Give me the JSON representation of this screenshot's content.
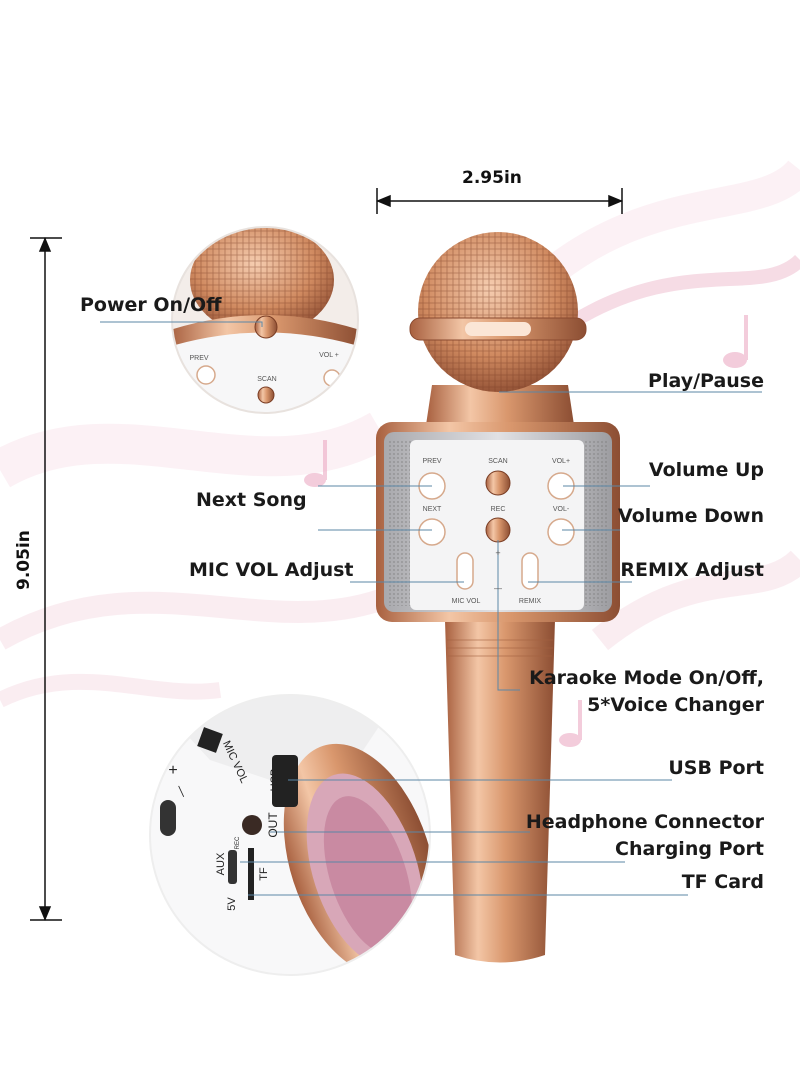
{
  "dimensions": {
    "width": "2.95in",
    "height": "9.05in"
  },
  "callouts": {
    "power": "Power On/Off",
    "play_pause": "Play/Pause",
    "volume_up": "Volume Up",
    "next_song": "Next Song",
    "volume_down": "Volume Down",
    "mic_vol": "MIC VOL Adjust",
    "remix": "REMIX Adjust",
    "karaoke_1": "Karaoke Mode On/Off,",
    "karaoke_2": "5*Voice Changer",
    "usb": "USB Port",
    "headphone": "Headphone Connector",
    "charging": "Charging Port",
    "tf": "TF Card"
  },
  "panel_labels": {
    "prev": "PREV",
    "scan": "SCAN",
    "vol_up": "VOL+",
    "next": "NEXT",
    "rec": "REC",
    "vol_down": "VOL-",
    "mic_vol": "MIC VOL",
    "remix": "REMIX",
    "plus": "+",
    "minus": "—"
  },
  "inset_top_labels": {
    "prev": "PREV",
    "scan": "SCAN",
    "vol": "VOL +"
  },
  "inset_bottom_labels": {
    "mic_vol": "MIC VOL",
    "plus": "+",
    "minus": "—",
    "usb": "USB",
    "out": "OUT",
    "aux": "AUX",
    "rec": "REC",
    "tf": "TF",
    "fivev": "5V"
  },
  "colors": {
    "rose_gold": "#d9a07a",
    "rose_dark": "#9c5a3c",
    "silver": "#c9c9cc",
    "line": "#5b87a6"
  }
}
